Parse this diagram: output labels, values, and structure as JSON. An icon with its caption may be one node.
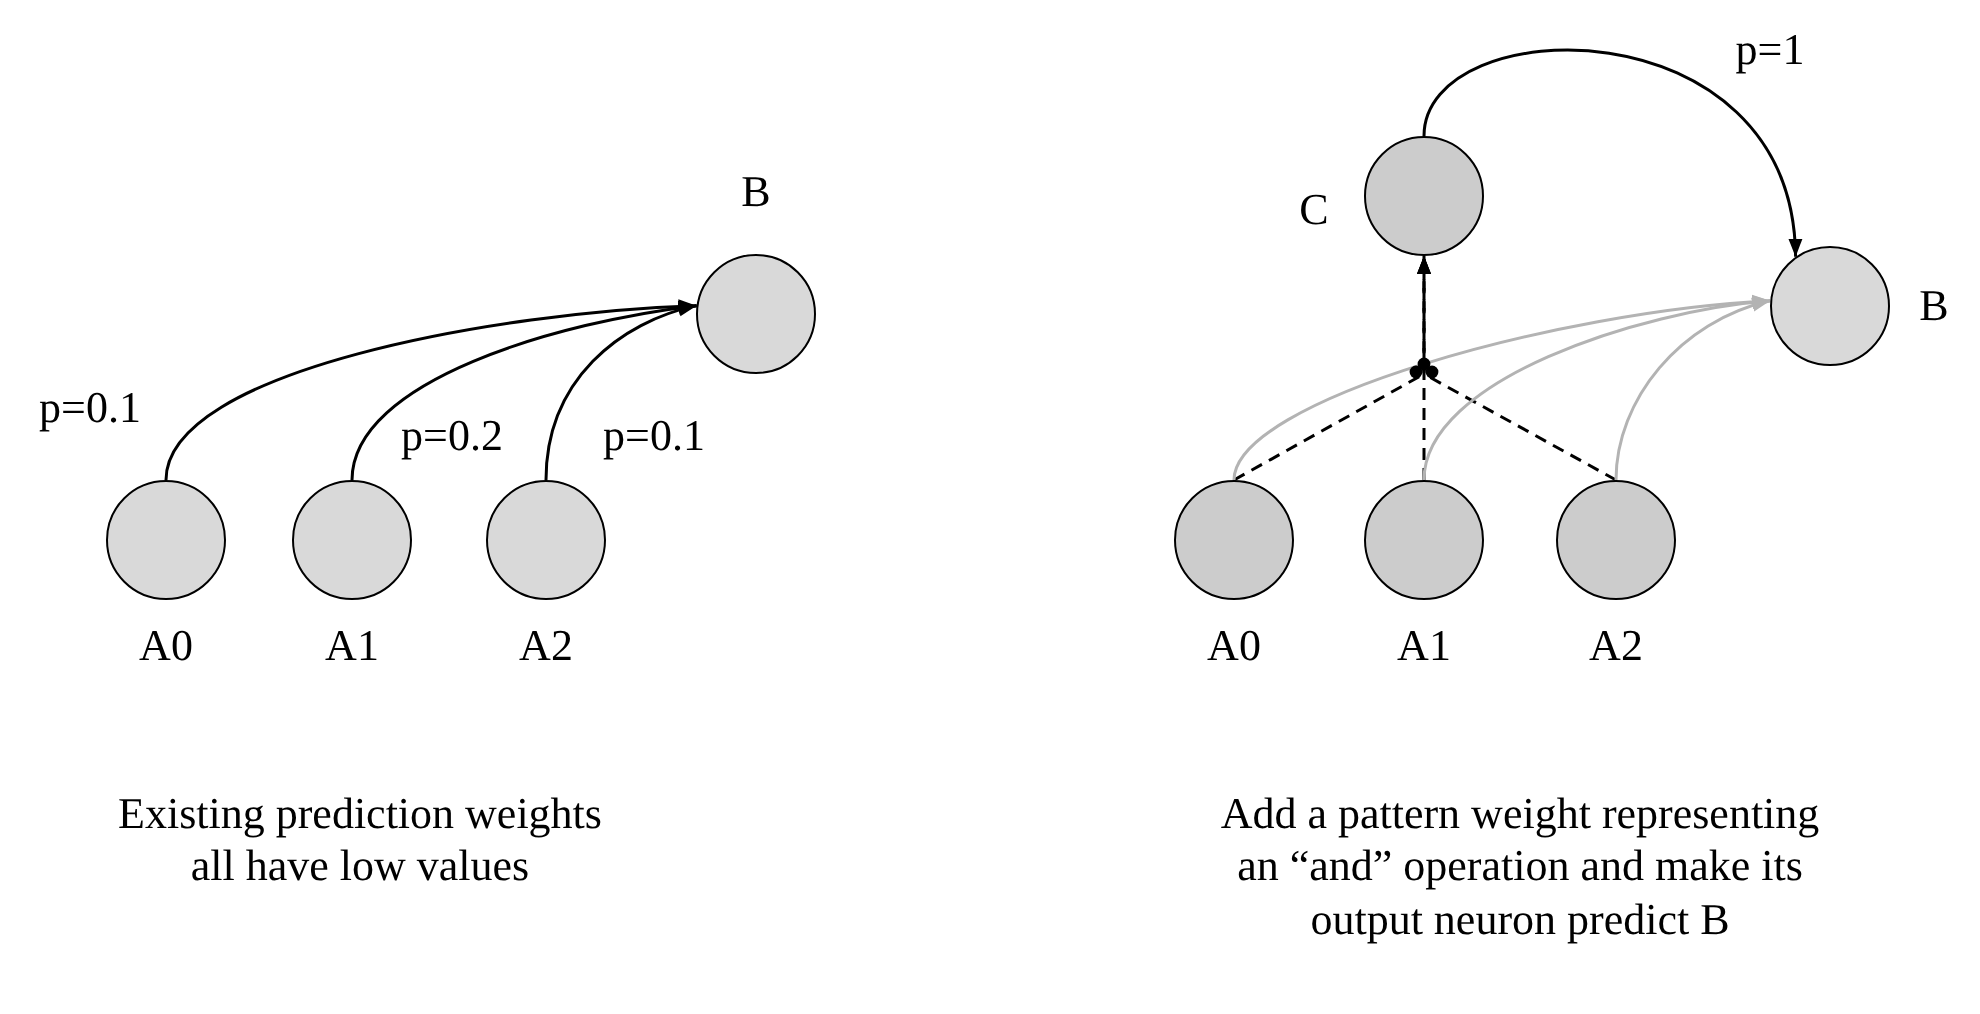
{
  "diagram": {
    "nodes": [
      {
        "text": [
          "B"
        ]
      },
      {
        "text": [
          "A0"
        ]
      },
      {
        "text": [
          "A1"
        ]
      },
      {
        "text": [
          "A2"
        ]
      },
      {
        "text": [
          "C"
        ]
      },
      {
        "text": [
          "B"
        ]
      },
      {
        "text": [
          "A0"
        ]
      },
      {
        "text": [
          "A1"
        ]
      },
      {
        "text": [
          "A2"
        ]
      }
    ],
    "edges": [
      {
        "from": 1,
        "to": 0,
        "arrow": "to",
        "label": "p=0.1"
      },
      {
        "from": 2,
        "to": 0,
        "arrow": "to",
        "label": "p=0.2"
      },
      {
        "from": 3,
        "to": 0,
        "arrow": "to",
        "label": "p=0.1"
      },
      {
        "from": 4,
        "to": 5,
        "arrow": "to",
        "label": "p=1"
      },
      {
        "from": 6,
        "to": 4,
        "arrow": "to",
        "style": "dashed"
      },
      {
        "from": 7,
        "to": 4,
        "arrow": "to",
        "style": "dashed"
      },
      {
        "from": 8,
        "to": 4,
        "arrow": "to",
        "style": "dashed"
      },
      {
        "from": 6,
        "to": 5,
        "arrow": "to",
        "color": "#b3b3b3"
      },
      {
        "from": 7,
        "to": 5,
        "arrow": "to",
        "color": "#b3b3b3"
      },
      {
        "from": 8,
        "to": 5,
        "arrow": "to",
        "color": "#b3b3b3"
      }
    ],
    "labels": [
      "Existing prediction weights all have low values",
      "Add a pattern weight representing an “and” operation and make its output neuron predict B"
    ]
  }
}
